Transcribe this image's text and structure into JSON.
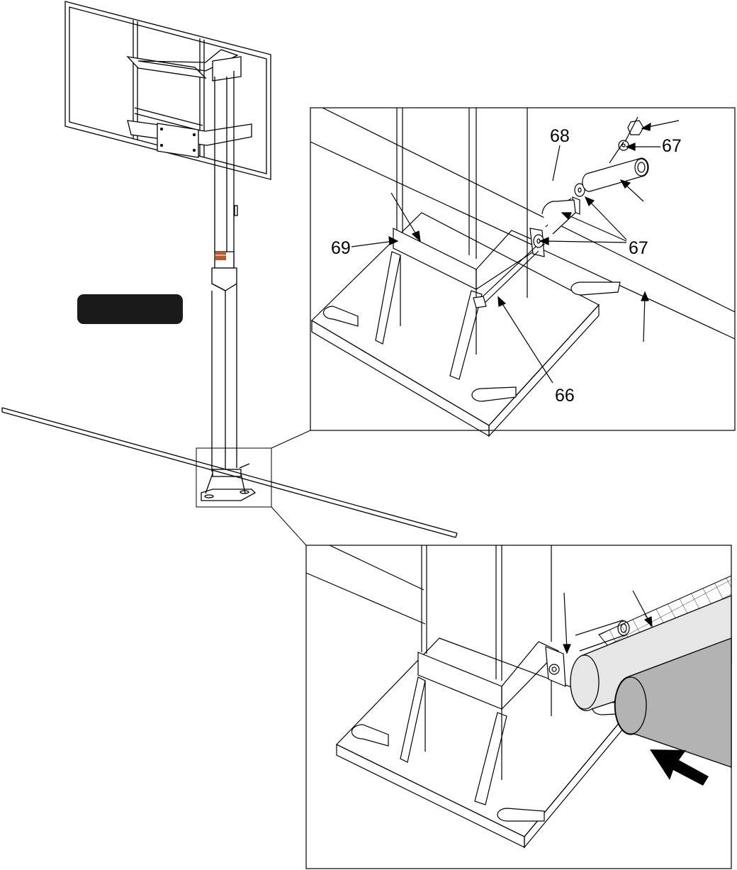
{
  "step_badge": {
    "text": ""
  },
  "callouts": {
    "detail_top": [
      {
        "id": "part-68",
        "text": "68"
      },
      {
        "id": "part-67-a",
        "text": "67"
      },
      {
        "id": "part-67-b",
        "text": "67"
      },
      {
        "id": "part-69",
        "text": "69"
      },
      {
        "id": "part-66",
        "text": "66"
      }
    ]
  },
  "colors": {
    "line": "#000000",
    "background": "#ffffff",
    "badge_fill": "#1a1a1a",
    "pole_light": "#e6e6e6",
    "pole_dark": "#b3b3b3",
    "warning_label": "#b85a2a"
  },
  "icons": {
    "push_arrow": "push-arrow-icon"
  }
}
